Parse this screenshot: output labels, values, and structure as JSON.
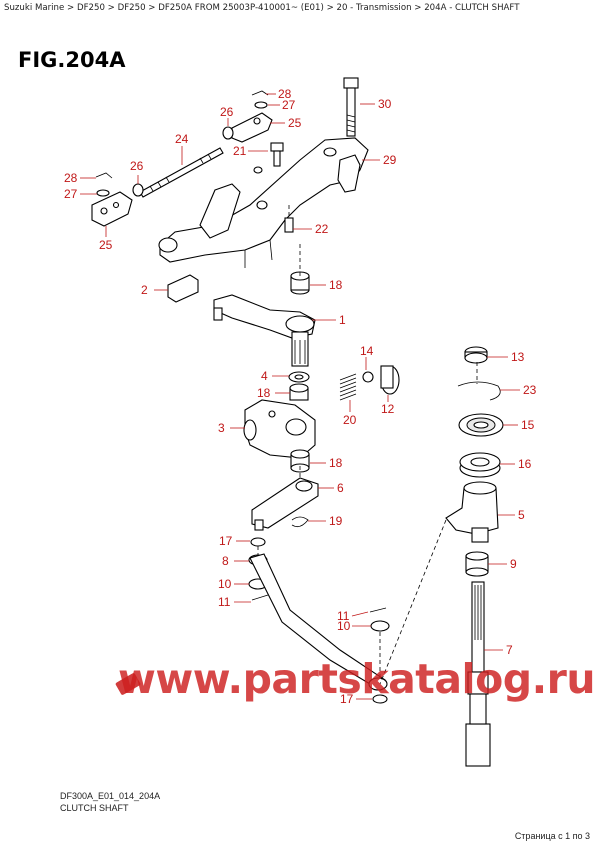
{
  "breadcrumb": "Suzuki Marine > DF250 > DF250 > DF250A FROM 25003P-410001~ (E01) > 20 - Transmission > 204A - CLUTCH SHAFT",
  "figure_title": "FIG.204A",
  "footer_code": "DF300A_E01_014_204A",
  "footer_name": "CLUTCH SHAFT",
  "page_count": "Страница с 1 по 3",
  "watermark": "www.partskatalog.ru",
  "colors": {
    "callout": "#c01818",
    "watermark": "#cd1e1e"
  },
  "callouts": [
    "28",
    "27",
    "26",
    "25",
    "24",
    "26",
    "21",
    "28",
    "27",
    "25",
    "30",
    "29",
    "22",
    "2",
    "18",
    "1",
    "14",
    "4",
    "18",
    "3",
    "20",
    "12",
    "18",
    "6",
    "17",
    "19",
    "8",
    "10",
    "11",
    "11",
    "10",
    "17",
    "13",
    "23",
    "15",
    "16",
    "5",
    "9",
    "7"
  ]
}
